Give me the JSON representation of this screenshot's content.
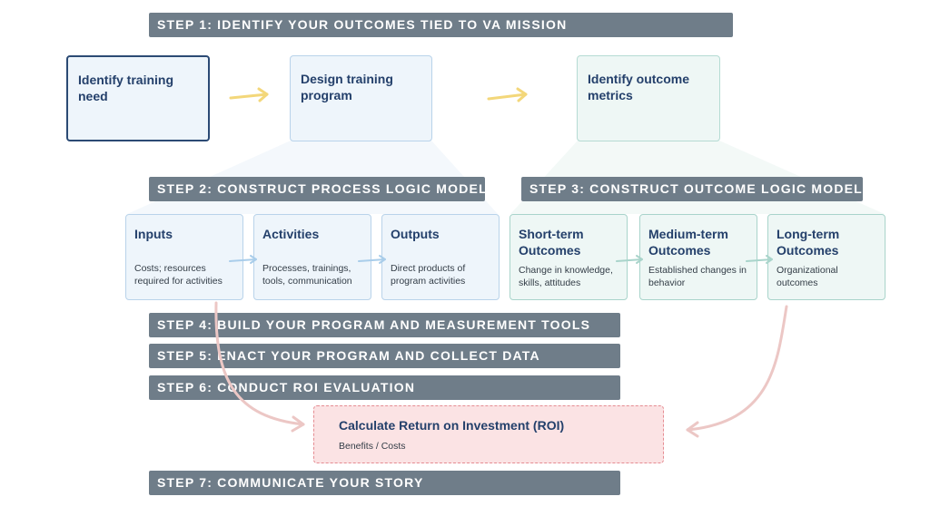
{
  "steps": {
    "step1": "STEP 1: IDENTIFY YOUR OUTCOMES TIED TO VA MISSION",
    "step2": "STEP 2: CONSTRUCT PROCESS LOGIC MODEL",
    "step3": "STEP 3: CONSTRUCT OUTCOME LOGIC MODEL",
    "step4": "STEP 4: BUILD YOUR PROGRAM AND MEASUREMENT TOOLS",
    "step5": "STEP 5: ENACT YOUR PROGRAM AND COLLECT DATA",
    "step6": "STEP 6: CONDUCT ROI EVALUATION",
    "step7": "STEP 7: COMMUNICATE YOUR STORY"
  },
  "top_boxes": {
    "identify_need": "Identify training need",
    "design_program": "Design training program",
    "identify_metrics": "Identify outcome metrics"
  },
  "process_model": {
    "inputs": {
      "title": "Inputs",
      "desc": "Costs; resources required for activities"
    },
    "activities": {
      "title": "Activities",
      "desc": "Processes, trainings, tools, communication"
    },
    "outputs": {
      "title": "Outputs",
      "desc": "Direct products of program activities"
    }
  },
  "outcome_model": {
    "short_term": {
      "title": "Short-term Outcomes",
      "desc": "Change in knowledge, skills, attitudes"
    },
    "medium_term": {
      "title": "Medium-term Outcomes",
      "desc": "Established changes in behavior"
    },
    "long_term": {
      "title": "Long-term Outcomes",
      "desc": "Organizational outcomes"
    }
  },
  "roi": {
    "title": "Calculate Return on Investment (ROI)",
    "formula": "Benefits / Costs"
  },
  "colors": {
    "step_bar": "#6f7d89",
    "title_text": "#24406b",
    "blue_fill": "#eef5fb",
    "green_fill": "#eef7f5",
    "roi_fill": "#fbe3e4",
    "roi_border": "#e58c92",
    "yellow_arrow": "#f3d77a",
    "blue_arrow": "#a9cdea",
    "pink_arrow": "#ecc7c5"
  }
}
